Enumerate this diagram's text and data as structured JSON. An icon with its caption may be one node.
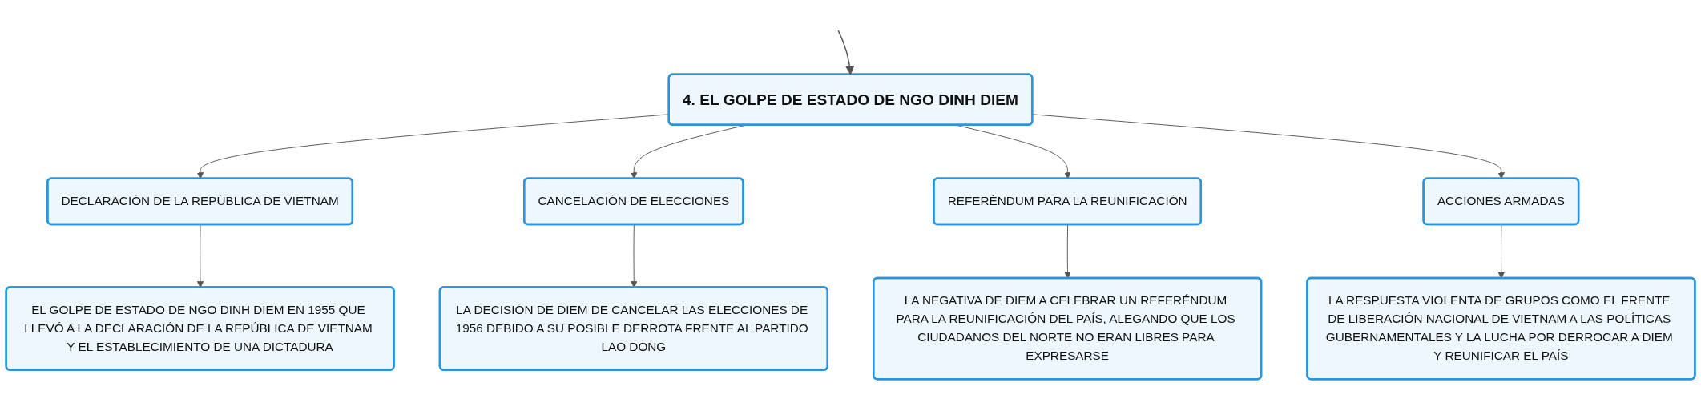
{
  "diagram": {
    "nodes": [
      {
        "text": [
          "4. EL GOLPE DE ESTADO DE NGO DINH DIEM"
        ]
      },
      {
        "text": [
          "DECLARACIÓN DE LA REPÚBLICA DE VIETNAM"
        ]
      },
      {
        "text": [
          "CANCELACIÓN DE ELECCIONES"
        ]
      },
      {
        "text": [
          "REFERÉNDUM PARA LA REUNIFICACIÓN"
        ]
      },
      {
        "text": [
          "ACCIONES ARMADAS"
        ]
      },
      {
        "text": [
          "EL GOLPE DE ESTADO DE NGO DINH DIEM EN 1955 QUE LLEVÓ A LA DECLARACIÓN DE LA REPÚBLICA DE VIETNAM Y EL ESTABLECIMIENTO DE UNA DICTADURA"
        ]
      },
      {
        "text": [
          "LA DECISIÓN DE DIEM DE CANCELAR LAS ELECCIONES DE 1956 DEBIDO A SU POSIBLE DERROTA FRENTE AL PARTIDO LAO DONG"
        ]
      },
      {
        "text": [
          "LA NEGATIVA DE DIEM A CELEBRAR UN REFERÉNDUM PARA LA REUNIFICACIÓN DEL PAÍS, ALEGANDO QUE LOS CIUDADANOS DEL NORTE NO ERAN LIBRES PARA EXPRESARSE"
        ]
      },
      {
        "text": [
          "LA RESPUESTA VIOLENTA DE GRUPOS COMO EL FRENTE DE LIBERACIÓN NACIONAL DE VIETNAM A LAS POLÍTICAS GUBERNAMENTALES Y LA LUCHA POR DERROCAR A DIEM Y REUNIFICAR EL PAÍS"
        ]
      }
    ],
    "edges": [
      {
        "from": null,
        "to": 0,
        "arrow": "to"
      },
      {
        "from": 0,
        "to": 1,
        "arrow": "to"
      },
      {
        "from": 0,
        "to": 2,
        "arrow": "to"
      },
      {
        "from": 0,
        "to": 3,
        "arrow": "to"
      },
      {
        "from": 0,
        "to": 4,
        "arrow": "to"
      },
      {
        "from": 1,
        "to": 5,
        "arrow": "to"
      },
      {
        "from": 2,
        "to": 6,
        "arrow": "to"
      },
      {
        "from": 3,
        "to": 7,
        "arrow": "to"
      },
      {
        "from": 4,
        "to": 8,
        "arrow": "to"
      }
    ]
  }
}
